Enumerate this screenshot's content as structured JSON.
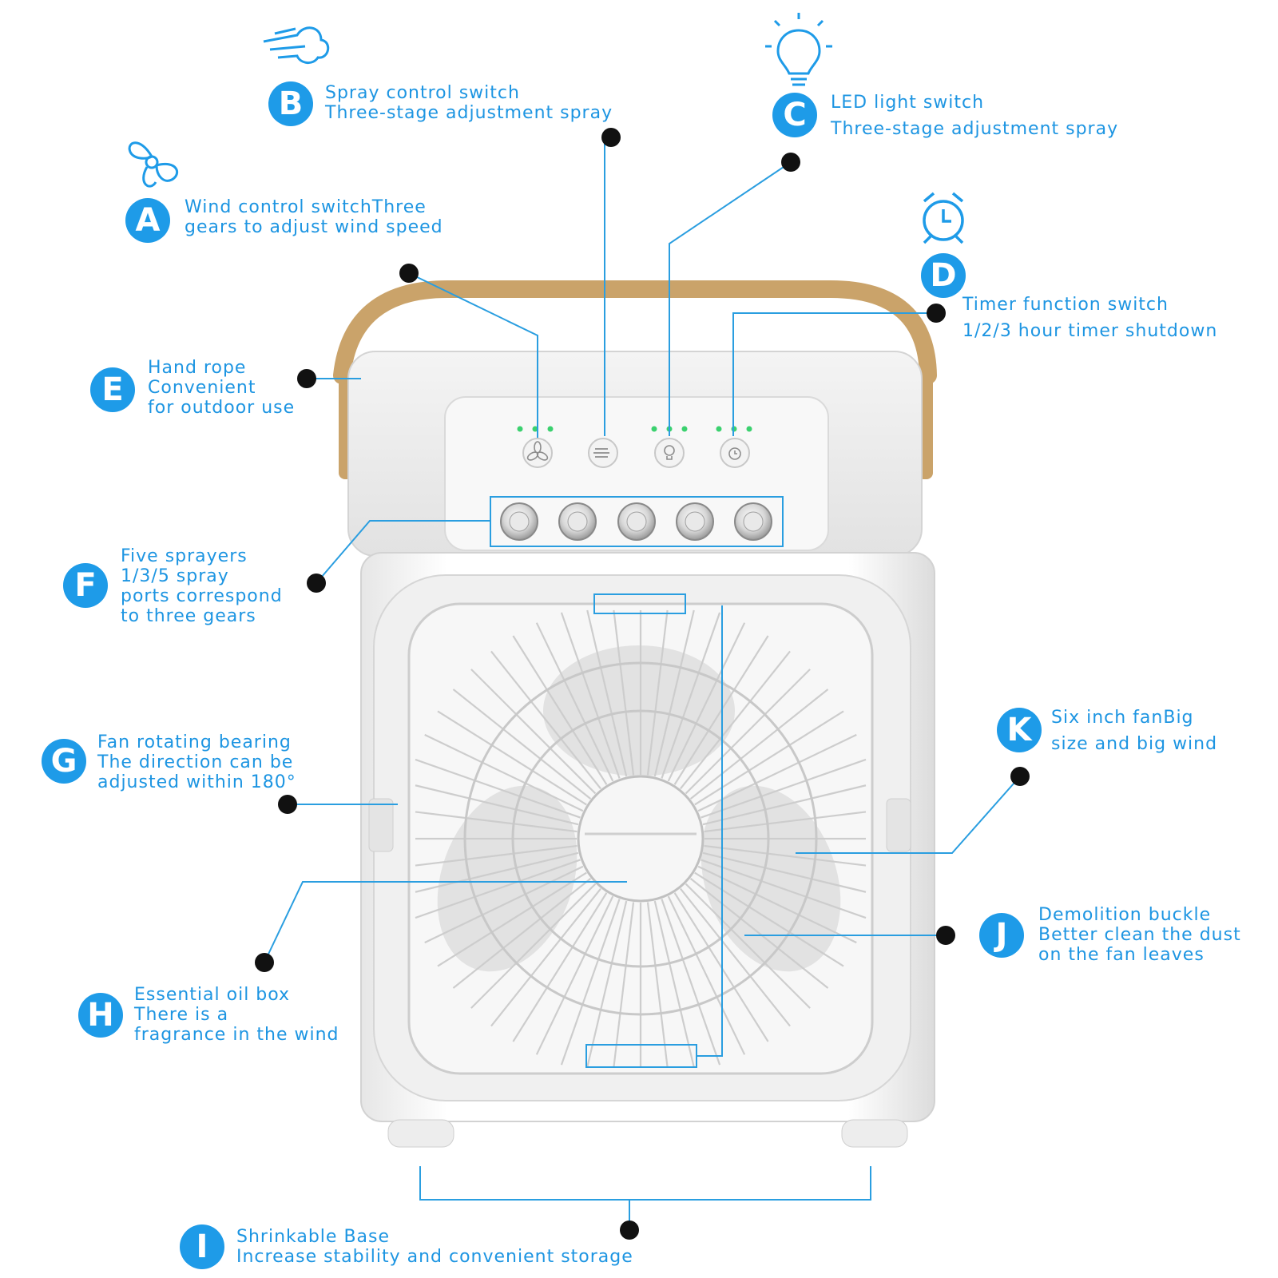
{
  "colors": {
    "accent": "#1e9be8",
    "line": "#2a9ee0",
    "dot": "#111111",
    "handle": "#caa36a",
    "led": "#3bd16f"
  },
  "features": [
    {
      "letter": "A",
      "icon": "fan-icon",
      "lines": [
        "Wind control switchThree",
        "gears to adjust wind speed"
      ]
    },
    {
      "letter": "B",
      "icon": "spray-wind-icon",
      "lines": [
        "Spray control switch",
        "Three-stage adjustment spray"
      ]
    },
    {
      "letter": "C",
      "icon": "light-bulb-icon",
      "lines": [
        "LED light switch",
        "Three-stage adjustment spray"
      ]
    },
    {
      "letter": "D",
      "icon": "alarm-clock-icon",
      "lines": [
        "Timer function switch",
        "1/2/3 hour timer shutdown"
      ]
    },
    {
      "letter": "E",
      "lines": [
        "Hand rope",
        "Convenient",
        "for outdoor use"
      ]
    },
    {
      "letter": "F",
      "lines": [
        "Five sprayers",
        "1/3/5 spray",
        "ports correspond",
        "to three gears"
      ]
    },
    {
      "letter": "G",
      "lines": [
        "Fan rotating bearing",
        "The direction can be",
        "adjusted within 180°"
      ]
    },
    {
      "letter": "H",
      "lines": [
        "Essential oil box",
        "There is a",
        "fragrance in the wind"
      ]
    },
    {
      "letter": "I",
      "lines": [
        "Shrinkable Base",
        "Increase stability and convenient storage"
      ]
    },
    {
      "letter": "J",
      "lines": [
        "Demolition buckle",
        "Better clean the dust",
        "on the fan leaves"
      ]
    },
    {
      "letter": "K",
      "lines": [
        "Six inch fanBig",
        "size and big wind"
      ]
    }
  ]
}
